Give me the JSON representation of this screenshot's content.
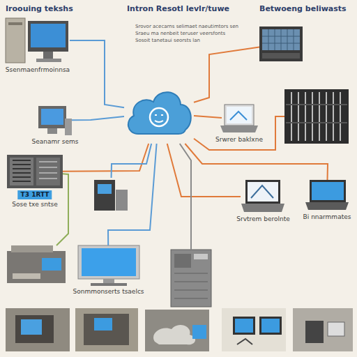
{
  "diagram": {
    "title": "Intron Resotl levlr/tuwe",
    "nodes": [
      {
        "text": []
      },
      {
        "text": [
          "Ssenmaenfrmoinnsa"
        ]
      },
      {
        "text": []
      },
      {
        "text": []
      },
      {
        "text": [
          "Seanamr sems"
        ]
      },
      {
        "text": [
          "Srwrer baklxne"
        ]
      },
      {
        "text": [
          "T3 1RTT",
          "Sose txe sntse"
        ]
      },
      {
        "text": []
      },
      {
        "text": [
          "Srvtrem berolnte"
        ]
      },
      {
        "text": [
          "Bi nnarmmates"
        ]
      },
      {
        "text": [
          "Sonmmonserts tsaelcs"
        ]
      },
      {
        "text": []
      },
      {
        "text": []
      }
    ],
    "edges": [
      {
        "from": 0,
        "to": 1,
        "arrow": "none"
      },
      {
        "from": 0,
        "to": 2,
        "arrow": "none"
      },
      {
        "from": 0,
        "to": 3,
        "arrow": "none"
      },
      {
        "from": 0,
        "to": 4,
        "arrow": "none"
      },
      {
        "from": 0,
        "to": 5,
        "arrow": "none"
      },
      {
        "from": 0,
        "to": 6,
        "arrow": "none"
      },
      {
        "from": 0,
        "to": 7,
        "arrow": "none"
      },
      {
        "from": 0,
        "to": 8,
        "arrow": "none"
      },
      {
        "from": 0,
        "to": 9,
        "arrow": "none"
      },
      {
        "from": 0,
        "to": 10,
        "arrow": "none"
      },
      {
        "from": 0,
        "to": 12,
        "arrow": "none"
      },
      {
        "from": 6,
        "to": 11,
        "arrow": "none"
      }
    ],
    "labels": [
      "Iroouing tekshs",
      "Betwoeng beliwasts",
      "Srovor acecarns selimaet naeutimtors sen",
      "Sraeu ma nenbeit teruser veersfonts",
      "Sosoit tanetaui seorsts lan"
    ]
  }
}
